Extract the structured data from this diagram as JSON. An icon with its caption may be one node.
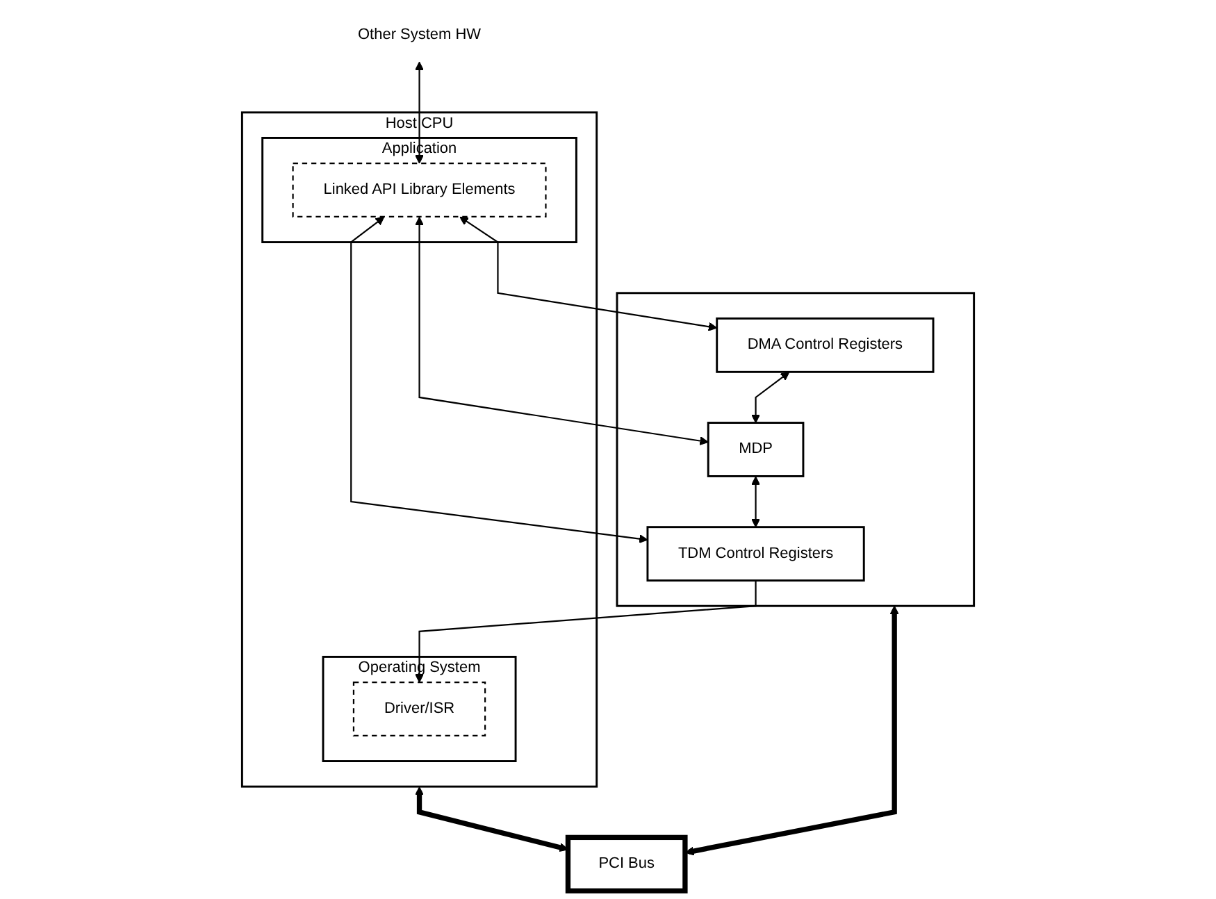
{
  "diagram": {
    "nodes": [
      {
        "text": [
          "Host CPU"
        ]
      },
      {
        "text": [
          "Application"
        ],
        "in": 0
      },
      {
        "text": [
          "Linked API Library Elements"
        ],
        "in": 1
      },
      {
        "text": [
          "Operating System"
        ],
        "in": 0
      },
      {
        "text": [
          "Driver/ISR"
        ],
        "in": 3
      },
      {
        "text": [
          "Other System HW"
        ]
      },
      {
        "text": [
          "PCI Bus"
        ]
      },
      {
        "text": [],
        "shape": "box"
      },
      {
        "text": [
          "DMA Control Registers"
        ],
        "in": 7
      },
      {
        "text": [
          "MDP"
        ],
        "in": 7
      },
      {
        "text": [
          "TDM Control Registers"
        ],
        "in": 7
      }
    ],
    "edges": [
      {
        "from": 0,
        "to": 6,
        "arrow": "both",
        "style": "thick"
      },
      {
        "from": 6,
        "to": 7,
        "arrow": "both",
        "style": "thick"
      },
      {
        "from": 5,
        "to": 2,
        "arrow": "both"
      },
      {
        "from": 2,
        "to": 8,
        "arrow": "both"
      },
      {
        "from": 2,
        "to": 9,
        "arrow": "both"
      },
      {
        "from": 2,
        "to": 10,
        "arrow": "both"
      },
      {
        "from": 10,
        "to": 4,
        "arrow": "to"
      },
      {
        "from": 8,
        "to": 9,
        "arrow": "both"
      },
      {
        "from": 9,
        "to": 10,
        "arrow": "both"
      }
    ]
  }
}
